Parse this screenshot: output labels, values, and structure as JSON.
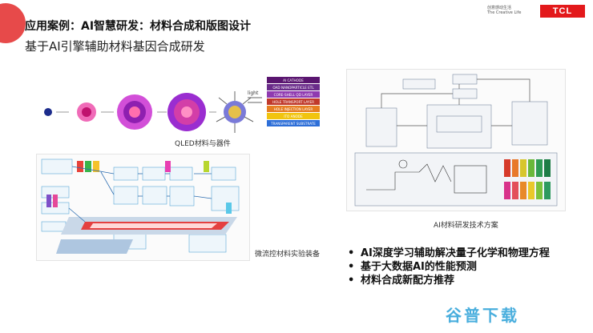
{
  "header": {
    "title": "应用案例：AI智慧研发：材料合成和版图设计",
    "subtitle": "基于AI引擎辅助材料基因合成研发",
    "brand_tagline_cn": "创意感动生活",
    "brand_tagline_en": "The Creative Life",
    "brand_logo": "TCL"
  },
  "figures": {
    "qled_caption": "QLED材料与器件",
    "microfluidic_caption": "微流控材料实验装备",
    "ai_caption": "AI材料研发技术方案",
    "device_layers": [
      "Al CATHODE",
      "OAD NANOPARTICLE ETL",
      "CORE-SHELL QD LAYER",
      "HOLE TRANSPORT LAYER",
      "HOLE INJECTION LAYER",
      "ITO ANODE",
      "TRANSPARENT SUBSTRATE"
    ],
    "device_layer_colors": [
      "#5a1670",
      "#6a2b8a",
      "#8f3ab0",
      "#c0392b",
      "#e67e22",
      "#f1c40f",
      "#2e6fd8"
    ],
    "light_label": "light"
  },
  "bullets": [
    "AI深度学习辅助解决量子化学和物理方程",
    "基于大数据AI的性能预测",
    "材料合成新配方推荐"
  ],
  "watermark": "谷普下载",
  "colors": {
    "accent_red": "#e74a4a",
    "brand_red": "#e3191b",
    "watermark_blue": "#2aa0d8"
  }
}
